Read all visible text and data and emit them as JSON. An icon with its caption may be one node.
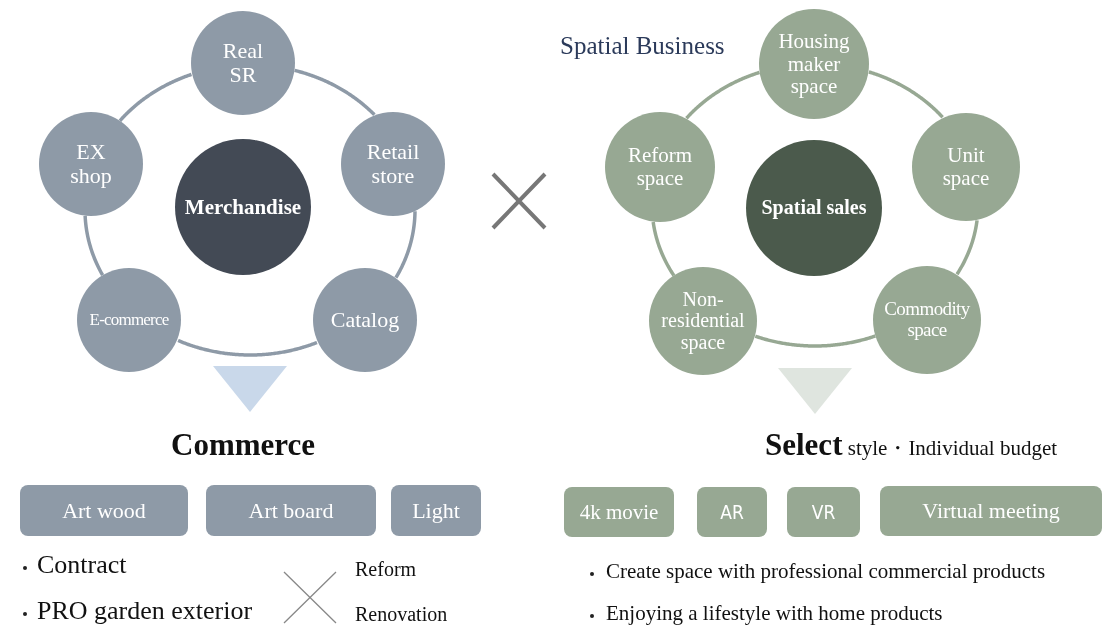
{
  "diagram": {
    "nodes": [
      {
        "text": [
          "Merchandise"
        ]
      },
      {
        "text": [
          "Real SR"
        ]
      },
      {
        "text": [
          "Retail store"
        ]
      },
      {
        "text": [
          "Catalog"
        ]
      },
      {
        "text": [
          "E-commerce"
        ]
      },
      {
        "text": [
          "EX shop"
        ]
      },
      {
        "text": [
          "Spatial sales"
        ]
      },
      {
        "text": [
          "Housing maker space"
        ]
      },
      {
        "text": [
          "Unit space"
        ]
      },
      {
        "text": [
          "Commodity space"
        ]
      },
      {
        "text": [
          "Non-residential space"
        ]
      },
      {
        "text": [
          "Reform space"
        ]
      },
      {
        "text": [
          "Art wood"
        ]
      },
      {
        "text": [
          "Art board"
        ]
      },
      {
        "text": [
          "Light"
        ]
      },
      {
        "text": [
          "4k movie"
        ]
      },
      {
        "text": [
          "AR"
        ]
      },
      {
        "text": [
          "VR"
        ]
      },
      {
        "text": [
          "Virtual meeting"
        ]
      }
    ],
    "edges": [
      {
        "from": 1,
        "to": 2,
        "arrow": "none"
      },
      {
        "from": 2,
        "to": 3,
        "arrow": "none"
      },
      {
        "from": 3,
        "to": 4,
        "arrow": "none"
      },
      {
        "from": 4,
        "to": 5,
        "arrow": "none"
      },
      {
        "from": 5,
        "to": 1,
        "arrow": "none"
      },
      {
        "from": 7,
        "to": 8,
        "arrow": "none",
        "color": "#97a893"
      },
      {
        "from": 8,
        "to": 9,
        "arrow": "none",
        "color": "#97a893"
      },
      {
        "from": 9,
        "to": 10,
        "arrow": "none",
        "color": "#97a893"
      },
      {
        "from": 10,
        "to": 11,
        "arrow": "none",
        "color": "#97a893"
      },
      {
        "from": 11,
        "to": 7,
        "arrow": "none",
        "color": "#97a893"
      }
    ],
    "labels": [
      "Spatial Business",
      "Commerce",
      "**Select** style・Individual budget",
      "Contract",
      "PRO garden exterior",
      "Reform",
      "Renovation",
      "Create space with professional commercial products",
      "Enjoying a lifestyle with home products"
    ]
  }
}
